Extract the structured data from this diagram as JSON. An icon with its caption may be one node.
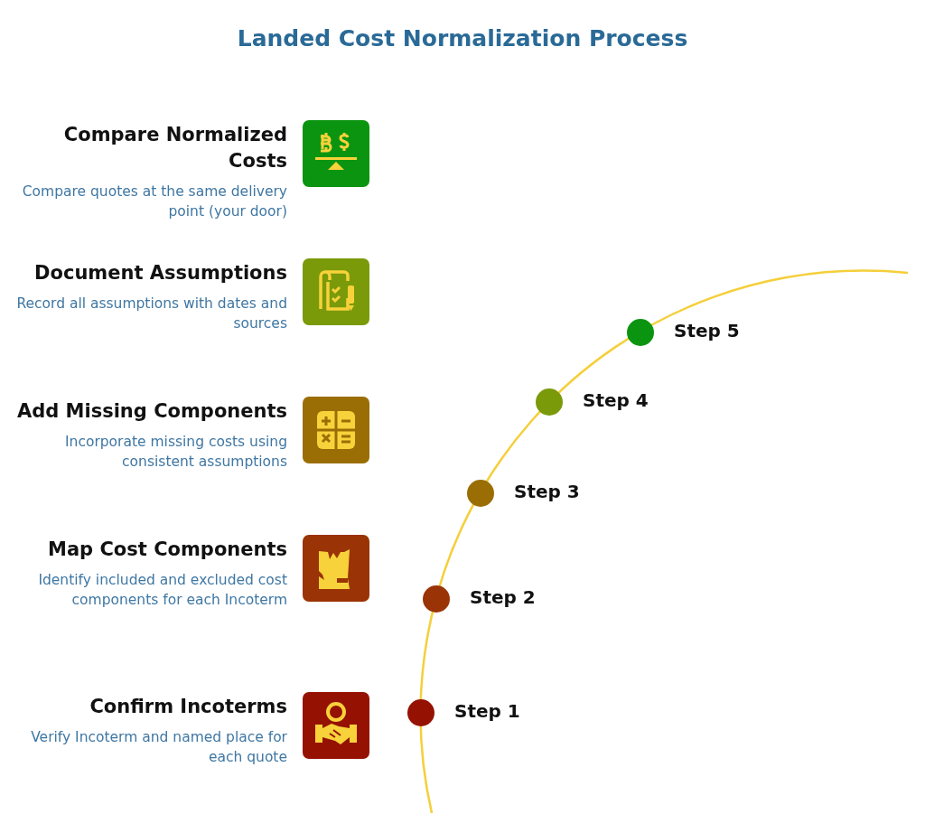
{
  "diagram": {
    "title": "Landed Cost Normalization Process",
    "nodes": [
      {
        "text": [
          "Compare Normalized Costs",
          "Compare quotes at the same delivery point (your door)"
        ]
      },
      {
        "text": [
          "Document Assumptions",
          "Record all assumptions with dates and sources"
        ]
      },
      {
        "text": [
          "Add Missing Components",
          "Incorporate missing costs using consistent assumptions"
        ]
      },
      {
        "text": [
          "Map Cost Components",
          "Identify included and excluded cost components for each Incoterm"
        ]
      },
      {
        "text": [
          "Confirm Incoterms",
          "Verify Incoterm and named place for each quote"
        ]
      },
      {
        "text": [
          "Step 5"
        ]
      },
      {
        "text": [
          "Step 4"
        ]
      },
      {
        "text": [
          "Step 3"
        ]
      },
      {
        "text": [
          "Step 2"
        ]
      },
      {
        "text": [
          "Step 1"
        ]
      }
    ],
    "edges": []
  }
}
